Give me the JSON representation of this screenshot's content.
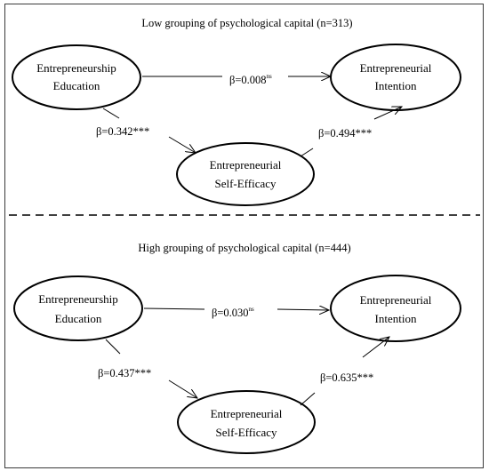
{
  "panels": [
    {
      "title": "Low grouping of psychological capital (n=313)",
      "nodes": {
        "education": {
          "line1": "Entrepreneurship",
          "line2": "Education"
        },
        "intention": {
          "line1": "Entrepreneurial",
          "line2": "Intention"
        },
        "efficacy": {
          "line1": "Entrepreneurial",
          "line2": "Self-Efficacy"
        }
      },
      "paths": {
        "direct": {
          "coef": "β=0.008",
          "sig": "ns"
        },
        "a": {
          "coef": "β=0.342***"
        },
        "b": {
          "coef": "β=0.494***"
        }
      }
    },
    {
      "title": "High grouping of psychological capital (n=444)",
      "nodes": {
        "education": {
          "line1": "Entrepreneurship",
          "line2": "Education"
        },
        "intention": {
          "line1": "Entrepreneurial",
          "line2": "Intention"
        },
        "efficacy": {
          "line1": "Entrepreneurial",
          "line2": "Self-Efficacy"
        }
      },
      "paths": {
        "direct": {
          "coef": "β=0.030",
          "sig": "ns"
        },
        "a": {
          "coef": "β=0.437***"
        },
        "b": {
          "coef": "β=0.635***"
        }
      }
    }
  ]
}
